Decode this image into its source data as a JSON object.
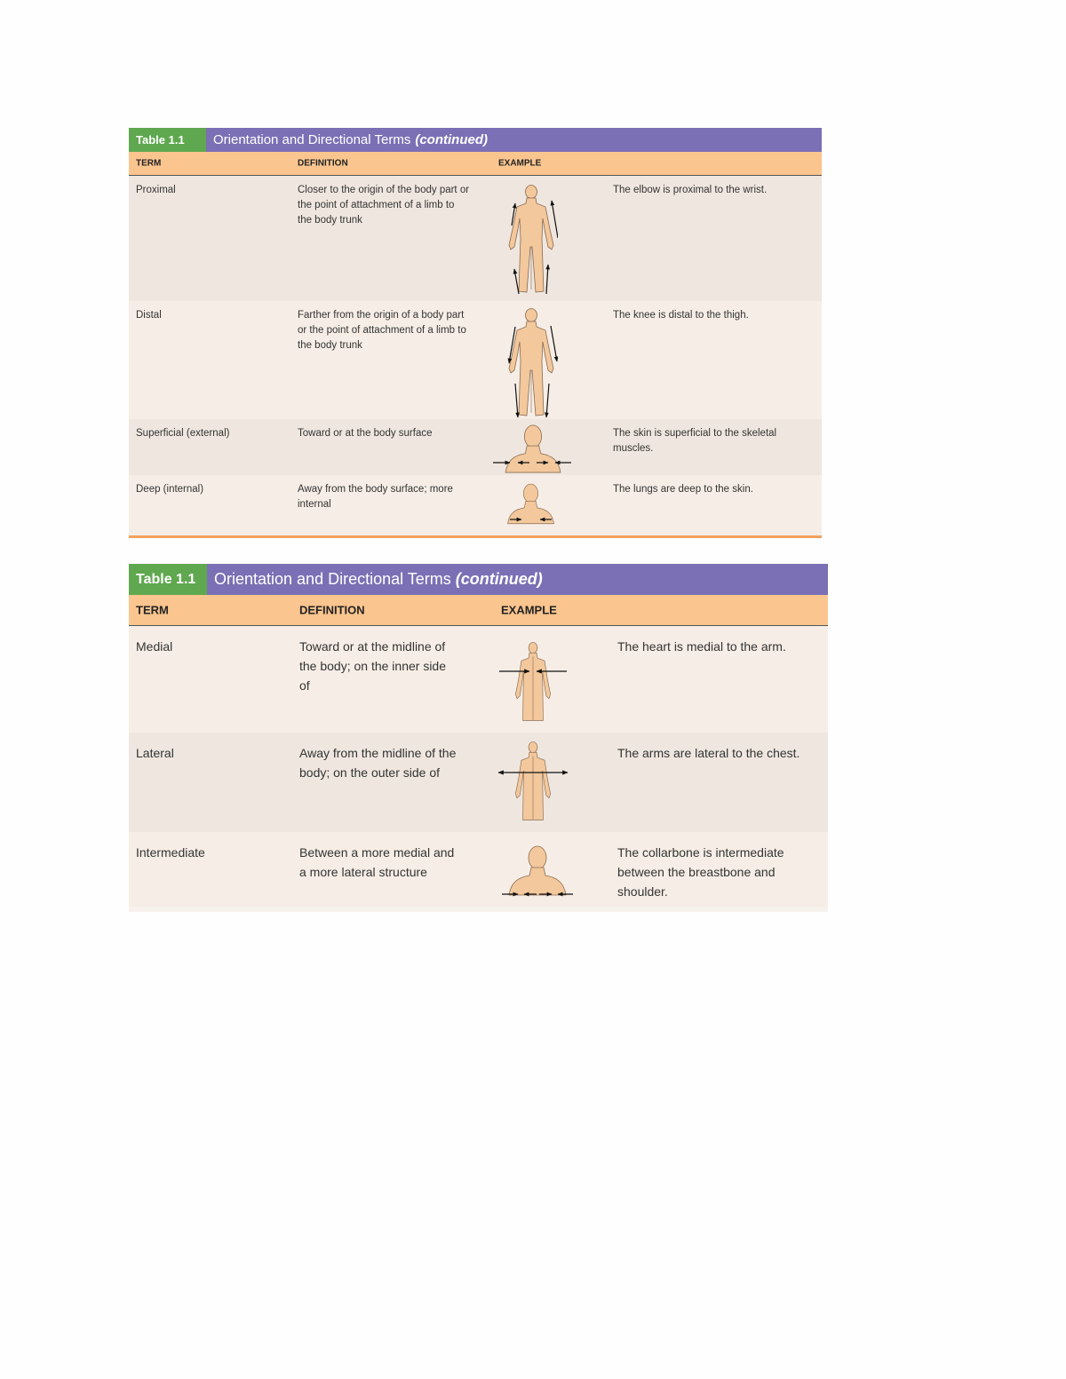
{
  "colors": {
    "title_bar": "#7b70b5",
    "table_tag": "#5fa84f",
    "header_row": "#fbc58f",
    "row_shade_a": "#efe7df",
    "row_shade_b": "#f6eee6",
    "figure_skin": "#f2c89c",
    "bottom_rule": "#f3a05d"
  },
  "tables": [
    {
      "tag": "Table 1.1",
      "title": "Orientation and Directional Terms",
      "title_suffix": "(continued)",
      "headers": {
        "term": "TERM",
        "definition": "DEFINITION",
        "example": "EXAMPLE"
      },
      "rows": [
        {
          "term": "Proximal",
          "definition": "Closer to the origin of the body part or the point of attachment of a limb to the body trunk",
          "figure": "full-body-arrows-up-icon",
          "example": "The elbow is proximal to the wrist."
        },
        {
          "term": "Distal",
          "definition": "Farther from the origin of a body part or the point of attachment of a limb to the body trunk",
          "figure": "full-body-arrows-down-icon",
          "example": "The knee is distal to the thigh."
        },
        {
          "term": "Superficial (external)",
          "definition": "Toward or at the body surface",
          "figure": "bust-arrows-in-icon",
          "example": "The skin is superficial to the skeletal muscles."
        },
        {
          "term": "Deep (internal)",
          "definition": "Away from the body surface; more internal",
          "figure": "bust-arrows-deep-icon",
          "example": "The lungs are deep to the skin."
        }
      ]
    },
    {
      "tag": "Table 1.1",
      "title": "Orientation and Directional Terms",
      "title_suffix": "(continued)",
      "headers": {
        "term": "TERM",
        "definition": "DEFINITION",
        "example": "EXAMPLE"
      },
      "rows": [
        {
          "term": "Medial",
          "definition": "Toward or at the midline of the body; on the inner side of",
          "figure": "torso-arrows-medial-icon",
          "example": "The heart is medial to the arm."
        },
        {
          "term": "Lateral",
          "definition": "Away from the midline of the body; on the outer side of",
          "figure": "torso-arrows-lateral-icon",
          "example": "The arms are lateral to the chest."
        },
        {
          "term": "Intermediate",
          "definition": "Between a more medial and a more lateral structure",
          "figure": "bust-arrows-intermediate-icon",
          "example": "The collarbone is intermediate between the breastbone and shoulder."
        }
      ]
    }
  ]
}
